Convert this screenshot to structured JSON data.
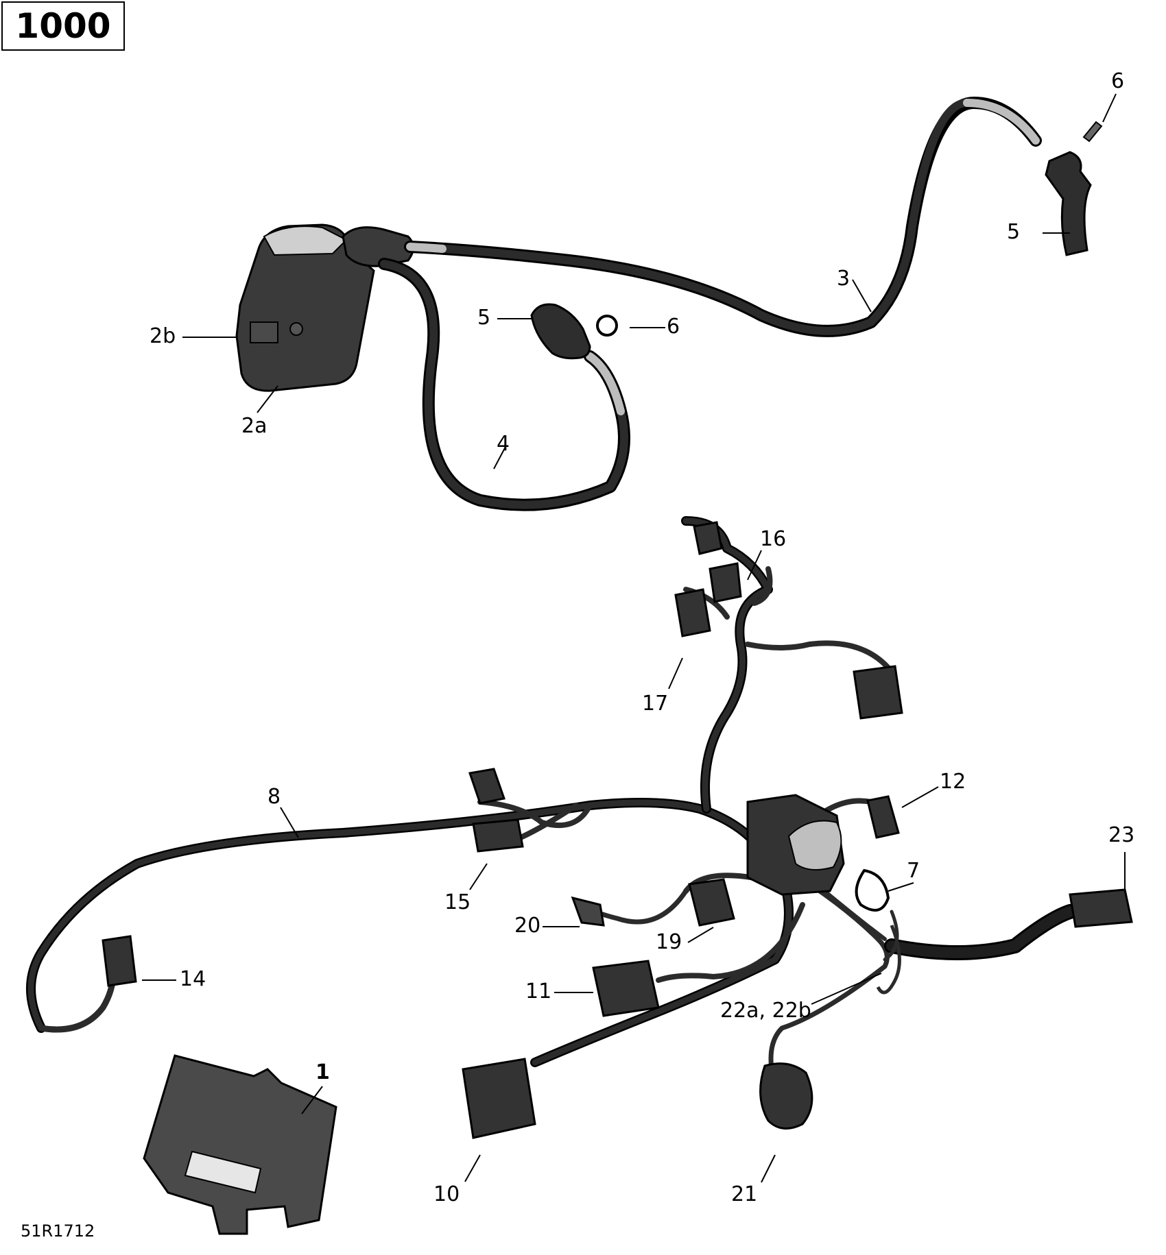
{
  "engine_label": "1000",
  "document_code": "51R1712",
  "callouts": {
    "c1": "1",
    "c2a": "2a",
    "c2b": "2b",
    "c3": "3",
    "c4": "4",
    "c5_upper": "5",
    "c5_mid": "5",
    "c6_upper": "6",
    "c6_mid": "6",
    "c7": "7",
    "c8": "8",
    "c10": "10",
    "c11": "11",
    "c12": "12",
    "c14": "14",
    "c15": "15",
    "c16": "16",
    "c17": "17",
    "c19": "19",
    "c20": "20",
    "c21": "21",
    "c22": "22a, 22b",
    "c23": "23"
  },
  "colors": {
    "part_fill": "#3a3a3a",
    "cable": "#2b2b2b",
    "outline": "#000000",
    "highlight": "#bdbdbd"
  }
}
